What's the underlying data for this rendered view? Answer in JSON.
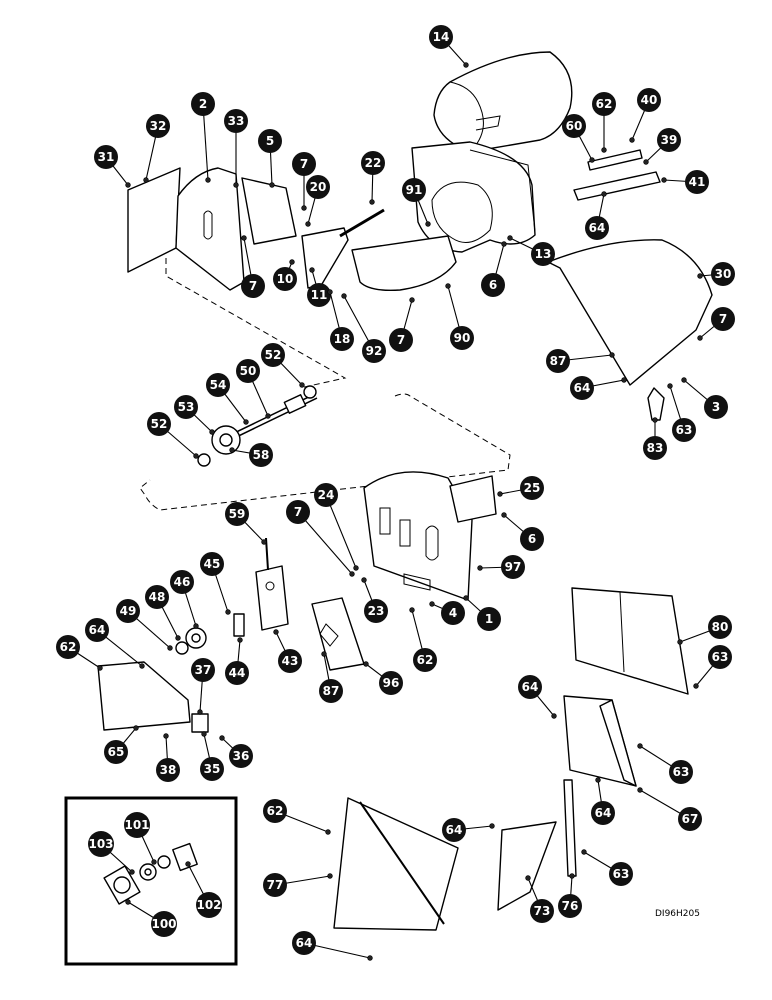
{
  "figure_code": "DI96H205",
  "labels": [
    {
      "id": "l14",
      "text": "14"
    },
    {
      "id": "l2",
      "text": "2"
    },
    {
      "id": "l32",
      "text": "32"
    },
    {
      "id": "l33",
      "text": "33"
    },
    {
      "id": "l5",
      "text": "5"
    },
    {
      "id": "l31",
      "text": "31"
    },
    {
      "id": "l7a",
      "text": "7"
    },
    {
      "id": "l22",
      "text": "22"
    },
    {
      "id": "l20",
      "text": "20"
    },
    {
      "id": "l91",
      "text": "91"
    },
    {
      "id": "l62a",
      "text": "62"
    },
    {
      "id": "l40",
      "text": "40"
    },
    {
      "id": "l60",
      "text": "60"
    },
    {
      "id": "l39",
      "text": "39"
    },
    {
      "id": "l41",
      "text": "41"
    },
    {
      "id": "l64a",
      "text": "64"
    },
    {
      "id": "l13",
      "text": "13"
    },
    {
      "id": "l6a",
      "text": "6"
    },
    {
      "id": "l30",
      "text": "30"
    },
    {
      "id": "l7b",
      "text": "7"
    },
    {
      "id": "l10",
      "text": "10"
    },
    {
      "id": "l11",
      "text": "11"
    },
    {
      "id": "l18",
      "text": "18"
    },
    {
      "id": "l92",
      "text": "92"
    },
    {
      "id": "l7c",
      "text": "7"
    },
    {
      "id": "l90",
      "text": "90"
    },
    {
      "id": "l7d",
      "text": "7"
    },
    {
      "id": "l87a",
      "text": "87"
    },
    {
      "id": "l64b",
      "text": "64"
    },
    {
      "id": "l3",
      "text": "3"
    },
    {
      "id": "l63a",
      "text": "63"
    },
    {
      "id": "l83",
      "text": "83"
    },
    {
      "id": "l52a",
      "text": "52"
    },
    {
      "id": "l50",
      "text": "50"
    },
    {
      "id": "l54",
      "text": "54"
    },
    {
      "id": "l53",
      "text": "53"
    },
    {
      "id": "l52b",
      "text": "52"
    },
    {
      "id": "l58",
      "text": "58"
    },
    {
      "id": "l25",
      "text": "25"
    },
    {
      "id": "l24",
      "text": "24"
    },
    {
      "id": "l7e",
      "text": "7"
    },
    {
      "id": "l6b",
      "text": "6"
    },
    {
      "id": "l59",
      "text": "59"
    },
    {
      "id": "l97",
      "text": "97"
    },
    {
      "id": "l45",
      "text": "45"
    },
    {
      "id": "l46",
      "text": "46"
    },
    {
      "id": "l48",
      "text": "48"
    },
    {
      "id": "l23",
      "text": "23"
    },
    {
      "id": "l1",
      "text": "1"
    },
    {
      "id": "l49",
      "text": "49"
    },
    {
      "id": "l4",
      "text": "4"
    },
    {
      "id": "l62b",
      "text": "62"
    },
    {
      "id": "l62c",
      "text": "62"
    },
    {
      "id": "l64c",
      "text": "64"
    },
    {
      "id": "l44",
      "text": "44"
    },
    {
      "id": "l43",
      "text": "43"
    },
    {
      "id": "l87b",
      "text": "87"
    },
    {
      "id": "l96",
      "text": "96"
    },
    {
      "id": "l80",
      "text": "80"
    },
    {
      "id": "l63b",
      "text": "63"
    },
    {
      "id": "l37",
      "text": "37"
    },
    {
      "id": "l64d",
      "text": "64"
    },
    {
      "id": "l65",
      "text": "65"
    },
    {
      "id": "l36",
      "text": "36"
    },
    {
      "id": "l35",
      "text": "35"
    },
    {
      "id": "l38",
      "text": "38"
    },
    {
      "id": "l63c",
      "text": "63"
    },
    {
      "id": "l67",
      "text": "67"
    },
    {
      "id": "l101",
      "text": "101"
    },
    {
      "id": "l62d",
      "text": "62"
    },
    {
      "id": "l64e",
      "text": "64"
    },
    {
      "id": "l64f",
      "text": "64"
    },
    {
      "id": "l103",
      "text": "103"
    },
    {
      "id": "l102",
      "text": "102"
    },
    {
      "id": "l77",
      "text": "77"
    },
    {
      "id": "l63d",
      "text": "63"
    },
    {
      "id": "l100",
      "text": "100"
    },
    {
      "id": "l73",
      "text": "73"
    },
    {
      "id": "l76",
      "text": "76"
    },
    {
      "id": "l64g",
      "text": "64"
    }
  ]
}
